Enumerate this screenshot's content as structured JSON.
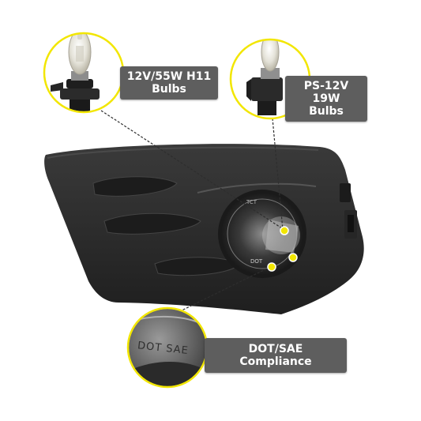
{
  "callouts": {
    "h11": {
      "line1": "12V/55W H11",
      "line2": "Bulbs"
    },
    "ps19w": {
      "line1": "PS-12V 19W",
      "line2": "Bulbs"
    },
    "compliance": {
      "text": "DOT/SAE Compliance"
    }
  },
  "markings": {
    "detail": "DOT SAE",
    "lens_top": "TCT",
    "lens_bottom": "DOT"
  },
  "colors": {
    "accent_yellow": "#f2e600",
    "label_bg": "#5e5e5e",
    "bezel": "#2a2a2a"
  }
}
